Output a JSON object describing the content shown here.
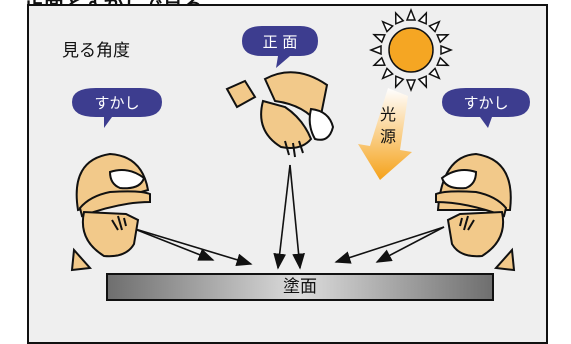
{
  "heading": "正面とすかしで見る",
  "panel_title": "見る角度",
  "bubbles": {
    "left": "すかし",
    "center": "正 面",
    "right": "すかし"
  },
  "light_source": [
    "光",
    "源"
  ],
  "surface_label": "塗面",
  "colors": {
    "bubble": "#3d3d8f",
    "sun": "#f5a623",
    "helmet": "#f2c98a",
    "arrow_gradient_top": "#ffffff",
    "arrow_gradient_bottom": "#f5a21a",
    "panel_background": "#efefef",
    "surface_gradient": [
      "#777777",
      "#e0e0e0",
      "#777777"
    ]
  }
}
